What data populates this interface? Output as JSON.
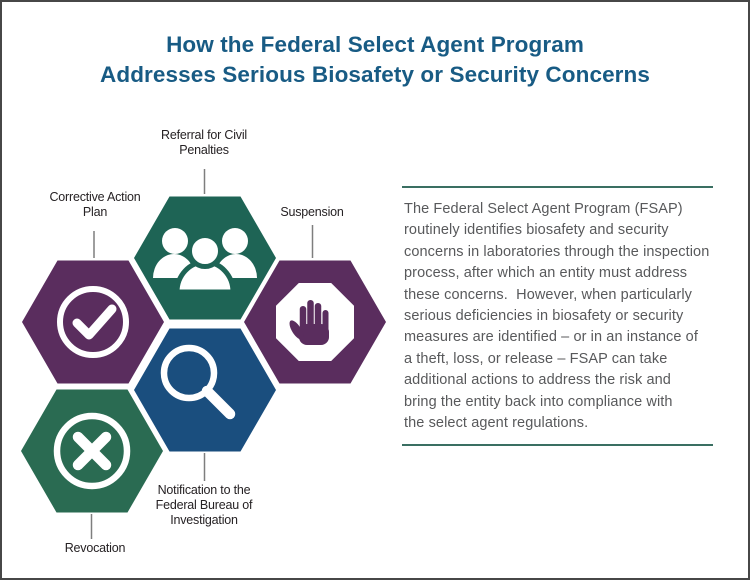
{
  "title": {
    "line1": "How the Federal Select Agent Program",
    "line2": "Addresses Serious Biosafety or Security Concerns"
  },
  "colors": {
    "title": "#185B84",
    "green": "#1E6455",
    "green2": "#2A6B52",
    "purple": "#5A2D5E",
    "blue": "#1A4E7E",
    "connector": "#7E7E7E",
    "rule": "#3A6F62",
    "paragraph_text": "#58595B",
    "label_text": "#262224",
    "icon": "#FFFFFF"
  },
  "hexagons": [
    {
      "id": "referral",
      "label": "Referral for Civil\nPenalties",
      "color": "green",
      "icon": "people-group-icon"
    },
    {
      "id": "cap",
      "label": "Corrective Action\nPlan",
      "color": "purple",
      "icon": "check-circle-icon"
    },
    {
      "id": "suspension",
      "label": "Suspension",
      "color": "purple",
      "icon": "stop-hand-icon"
    },
    {
      "id": "fbi",
      "label": "Notification to the\nFederal Bureau of\nInvestigation",
      "color": "blue",
      "icon": "magnifier-icon"
    },
    {
      "id": "revocation",
      "label": "Revocation",
      "color": "green2",
      "icon": "x-circle-icon"
    }
  ],
  "panel": {
    "paragraph": "The Federal Select Agent Program (FSAP)\nroutinely identifies biosafety and security\nconcerns in laboratories through the inspection\nprocess, after which an entity must address\nthese concerns.  However, when particularly\nserious deficiencies in biosafety or security\nmeasures are identified – or in an instance of\na theft, loss, or release – FSAP can take\nadditional actions to address the risk and\nbring the entity back into compliance with\nthe select agent regulations."
  }
}
